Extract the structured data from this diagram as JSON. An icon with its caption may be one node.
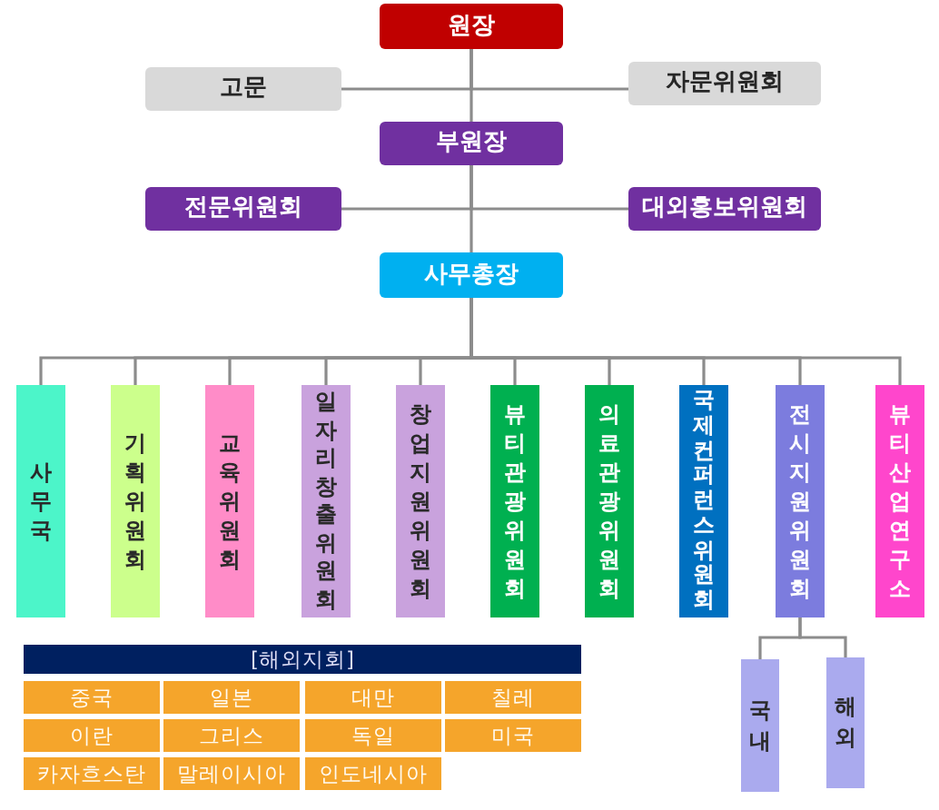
{
  "diagram": {
    "nodes": [
      {
        "text": [
          "원장"
        ]
      },
      {
        "text": [
          "고문"
        ]
      },
      {
        "text": [
          "자문위원회"
        ]
      },
      {
        "text": [
          "부원장"
        ]
      },
      {
        "text": [
          "전문위원회"
        ]
      },
      {
        "text": [
          "대외홍보위원회"
        ]
      },
      {
        "text": [
          "사무총장"
        ]
      },
      {
        "text": [
          "사무국"
        ]
      },
      {
        "text": [
          "기획위원회"
        ]
      },
      {
        "text": [
          "교육위원회"
        ]
      },
      {
        "text": [
          "일자리창출위원회"
        ]
      },
      {
        "text": [
          "창업지원위원회"
        ]
      },
      {
        "text": [
          "뷰티관광위원회"
        ]
      },
      {
        "text": [
          "의료관광위원회"
        ]
      },
      {
        "text": [
          "국제컨퍼런스위원회"
        ]
      },
      {
        "text": [
          "전시지원위원회"
        ]
      },
      {
        "text": [
          "뷰티산업연구소"
        ]
      },
      {
        "text": [
          "국내"
        ]
      },
      {
        "text": [
          "해외"
        ]
      },
      {
        "text": [
          "[해외지회]"
        ]
      },
      {
        "text": [
          "중국"
        ]
      },
      {
        "text": [
          "일본"
        ]
      },
      {
        "text": [
          "대만"
        ]
      },
      {
        "text": [
          "칠레"
        ]
      },
      {
        "text": [
          "이란"
        ]
      },
      {
        "text": [
          "그리스"
        ]
      },
      {
        "text": [
          "독일"
        ]
      },
      {
        "text": [
          "미국"
        ]
      },
      {
        "text": [
          "카자흐스탄"
        ]
      },
      {
        "text": [
          "말레이시아"
        ]
      },
      {
        "text": [
          "인도네시아"
        ]
      }
    ],
    "edges": [
      {
        "from": 0,
        "to": 1,
        "arrow": "none"
      },
      {
        "from": 0,
        "to": 2,
        "arrow": "none"
      },
      {
        "from": 0,
        "to": 3,
        "arrow": "none"
      },
      {
        "from": 3,
        "to": 4,
        "arrow": "none"
      },
      {
        "from": 3,
        "to": 5,
        "arrow": "none"
      },
      {
        "from": 3,
        "to": 6,
        "arrow": "none"
      },
      {
        "from": 6,
        "to": 7,
        "arrow": "none"
      },
      {
        "from": 6,
        "to": 8,
        "arrow": "none"
      },
      {
        "from": 6,
        "to": 9,
        "arrow": "none"
      },
      {
        "from": 6,
        "to": 10,
        "arrow": "none"
      },
      {
        "from": 6,
        "to": 11,
        "arrow": "none"
      },
      {
        "from": 6,
        "to": 12,
        "arrow": "none"
      },
      {
        "from": 6,
        "to": 13,
        "arrow": "none"
      },
      {
        "from": 6,
        "to": 14,
        "arrow": "none"
      },
      {
        "from": 6,
        "to": 15,
        "arrow": "none"
      },
      {
        "from": 6,
        "to": 16,
        "arrow": "none"
      },
      {
        "from": 15,
        "to": 17,
        "arrow": "none"
      },
      {
        "from": 15,
        "to": 18,
        "arrow": "none"
      }
    ]
  }
}
